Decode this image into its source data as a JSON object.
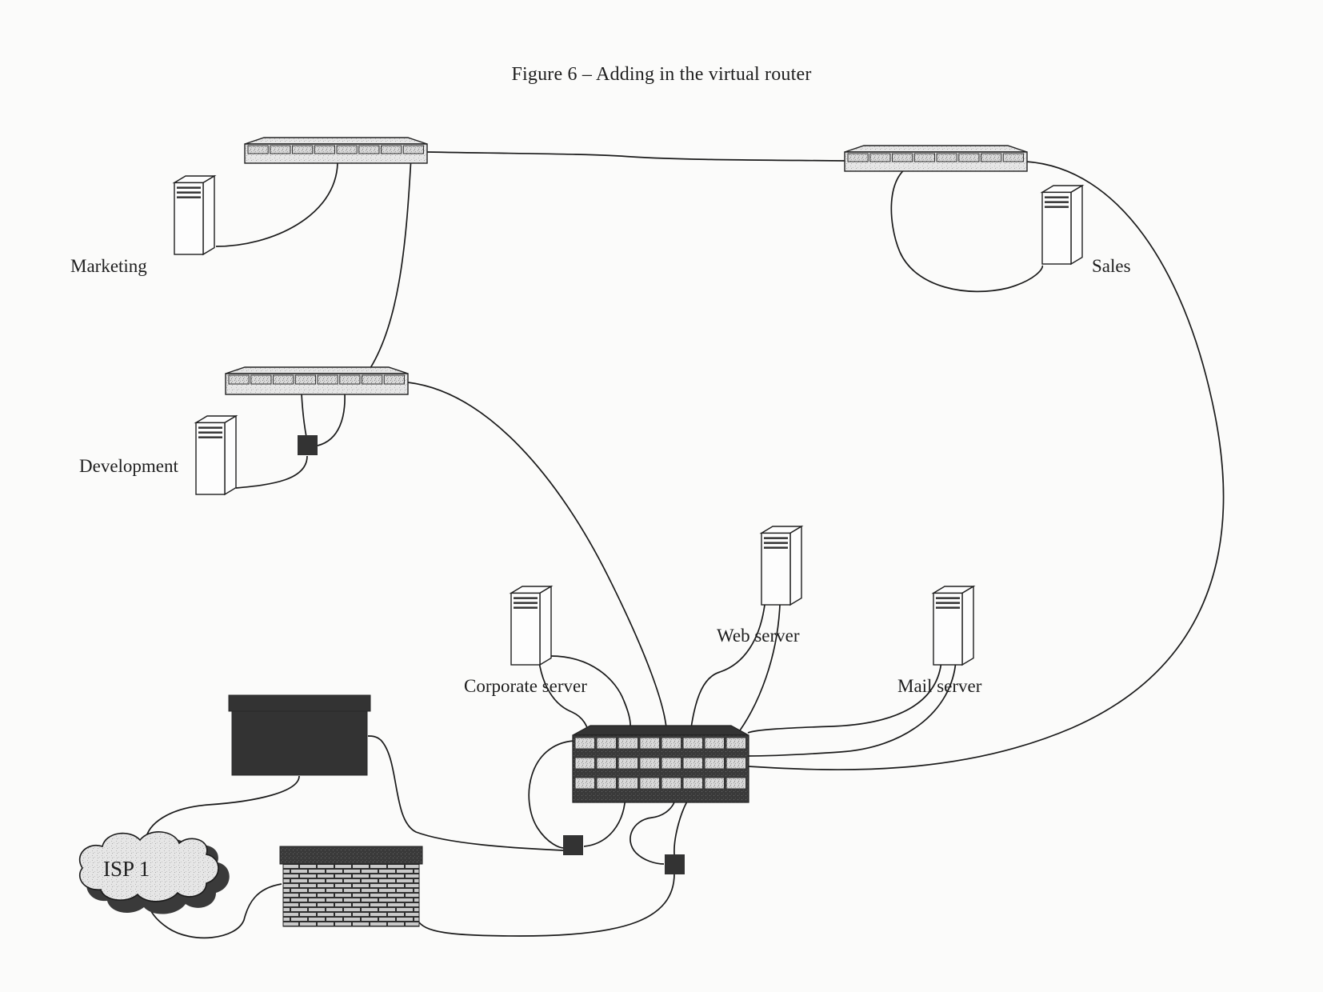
{
  "figure": {
    "title": "Figure 6 – Adding in the virtual router"
  },
  "labels": {
    "marketing": "Marketing",
    "sales": "Sales",
    "development": "Development",
    "web_server": "Web server",
    "corporate_server": "Corporate server",
    "mail_server": "Mail server",
    "isp": "ISP 1"
  },
  "colors": {
    "ink": "#1a1a1a",
    "device_dark": "#333333",
    "port_fill": "#dcdcdc",
    "panel_fill": "#e9e9e9",
    "background": "#fbfbfa"
  },
  "devices": [
    {
      "id": "switch-marketing",
      "type": "switch",
      "ports": 8
    },
    {
      "id": "switch-sales",
      "type": "switch",
      "ports": 8
    },
    {
      "id": "switch-development",
      "type": "switch",
      "ports": 8
    },
    {
      "id": "core-router",
      "type": "router",
      "ports_per_row": 8,
      "rows": 3
    },
    {
      "id": "server-marketing",
      "type": "server"
    },
    {
      "id": "server-sales",
      "type": "server"
    },
    {
      "id": "server-development",
      "type": "server"
    },
    {
      "id": "server-corporate",
      "type": "server"
    },
    {
      "id": "server-web",
      "type": "server"
    },
    {
      "id": "server-mail",
      "type": "server"
    },
    {
      "id": "virtual-router",
      "type": "router-box"
    },
    {
      "id": "firewall",
      "type": "firewall"
    },
    {
      "id": "isp-cloud",
      "type": "cloud"
    },
    {
      "id": "hub-development",
      "type": "hub"
    },
    {
      "id": "hub-core-left",
      "type": "hub"
    },
    {
      "id": "hub-core-right",
      "type": "hub"
    }
  ]
}
